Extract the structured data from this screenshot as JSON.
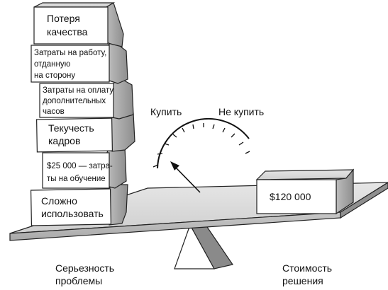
{
  "stack": [
    {
      "lines": [
        "Потеря",
        "качества"
      ]
    },
    {
      "lines": [
        "Затраты на работу,",
        "отданную",
        "на сторону"
      ]
    },
    {
      "lines": [
        "Затраты на оплату",
        "дополнительных",
        "часов"
      ]
    },
    {
      "lines": [
        "Текучесть",
        "кадров"
      ]
    },
    {
      "lines": [
        "$25 000 — затра-",
        "ты на обучение"
      ]
    },
    {
      "lines": [
        "Сложно",
        "использовать"
      ]
    }
  ],
  "gauge": {
    "left_label": "Купить",
    "right_label": "Не купить"
  },
  "right_box": {
    "label": "$120 000"
  },
  "captions": {
    "left": [
      "Серьезность",
      "проблемы"
    ],
    "right": [
      "Стоимость",
      "решения"
    ]
  }
}
